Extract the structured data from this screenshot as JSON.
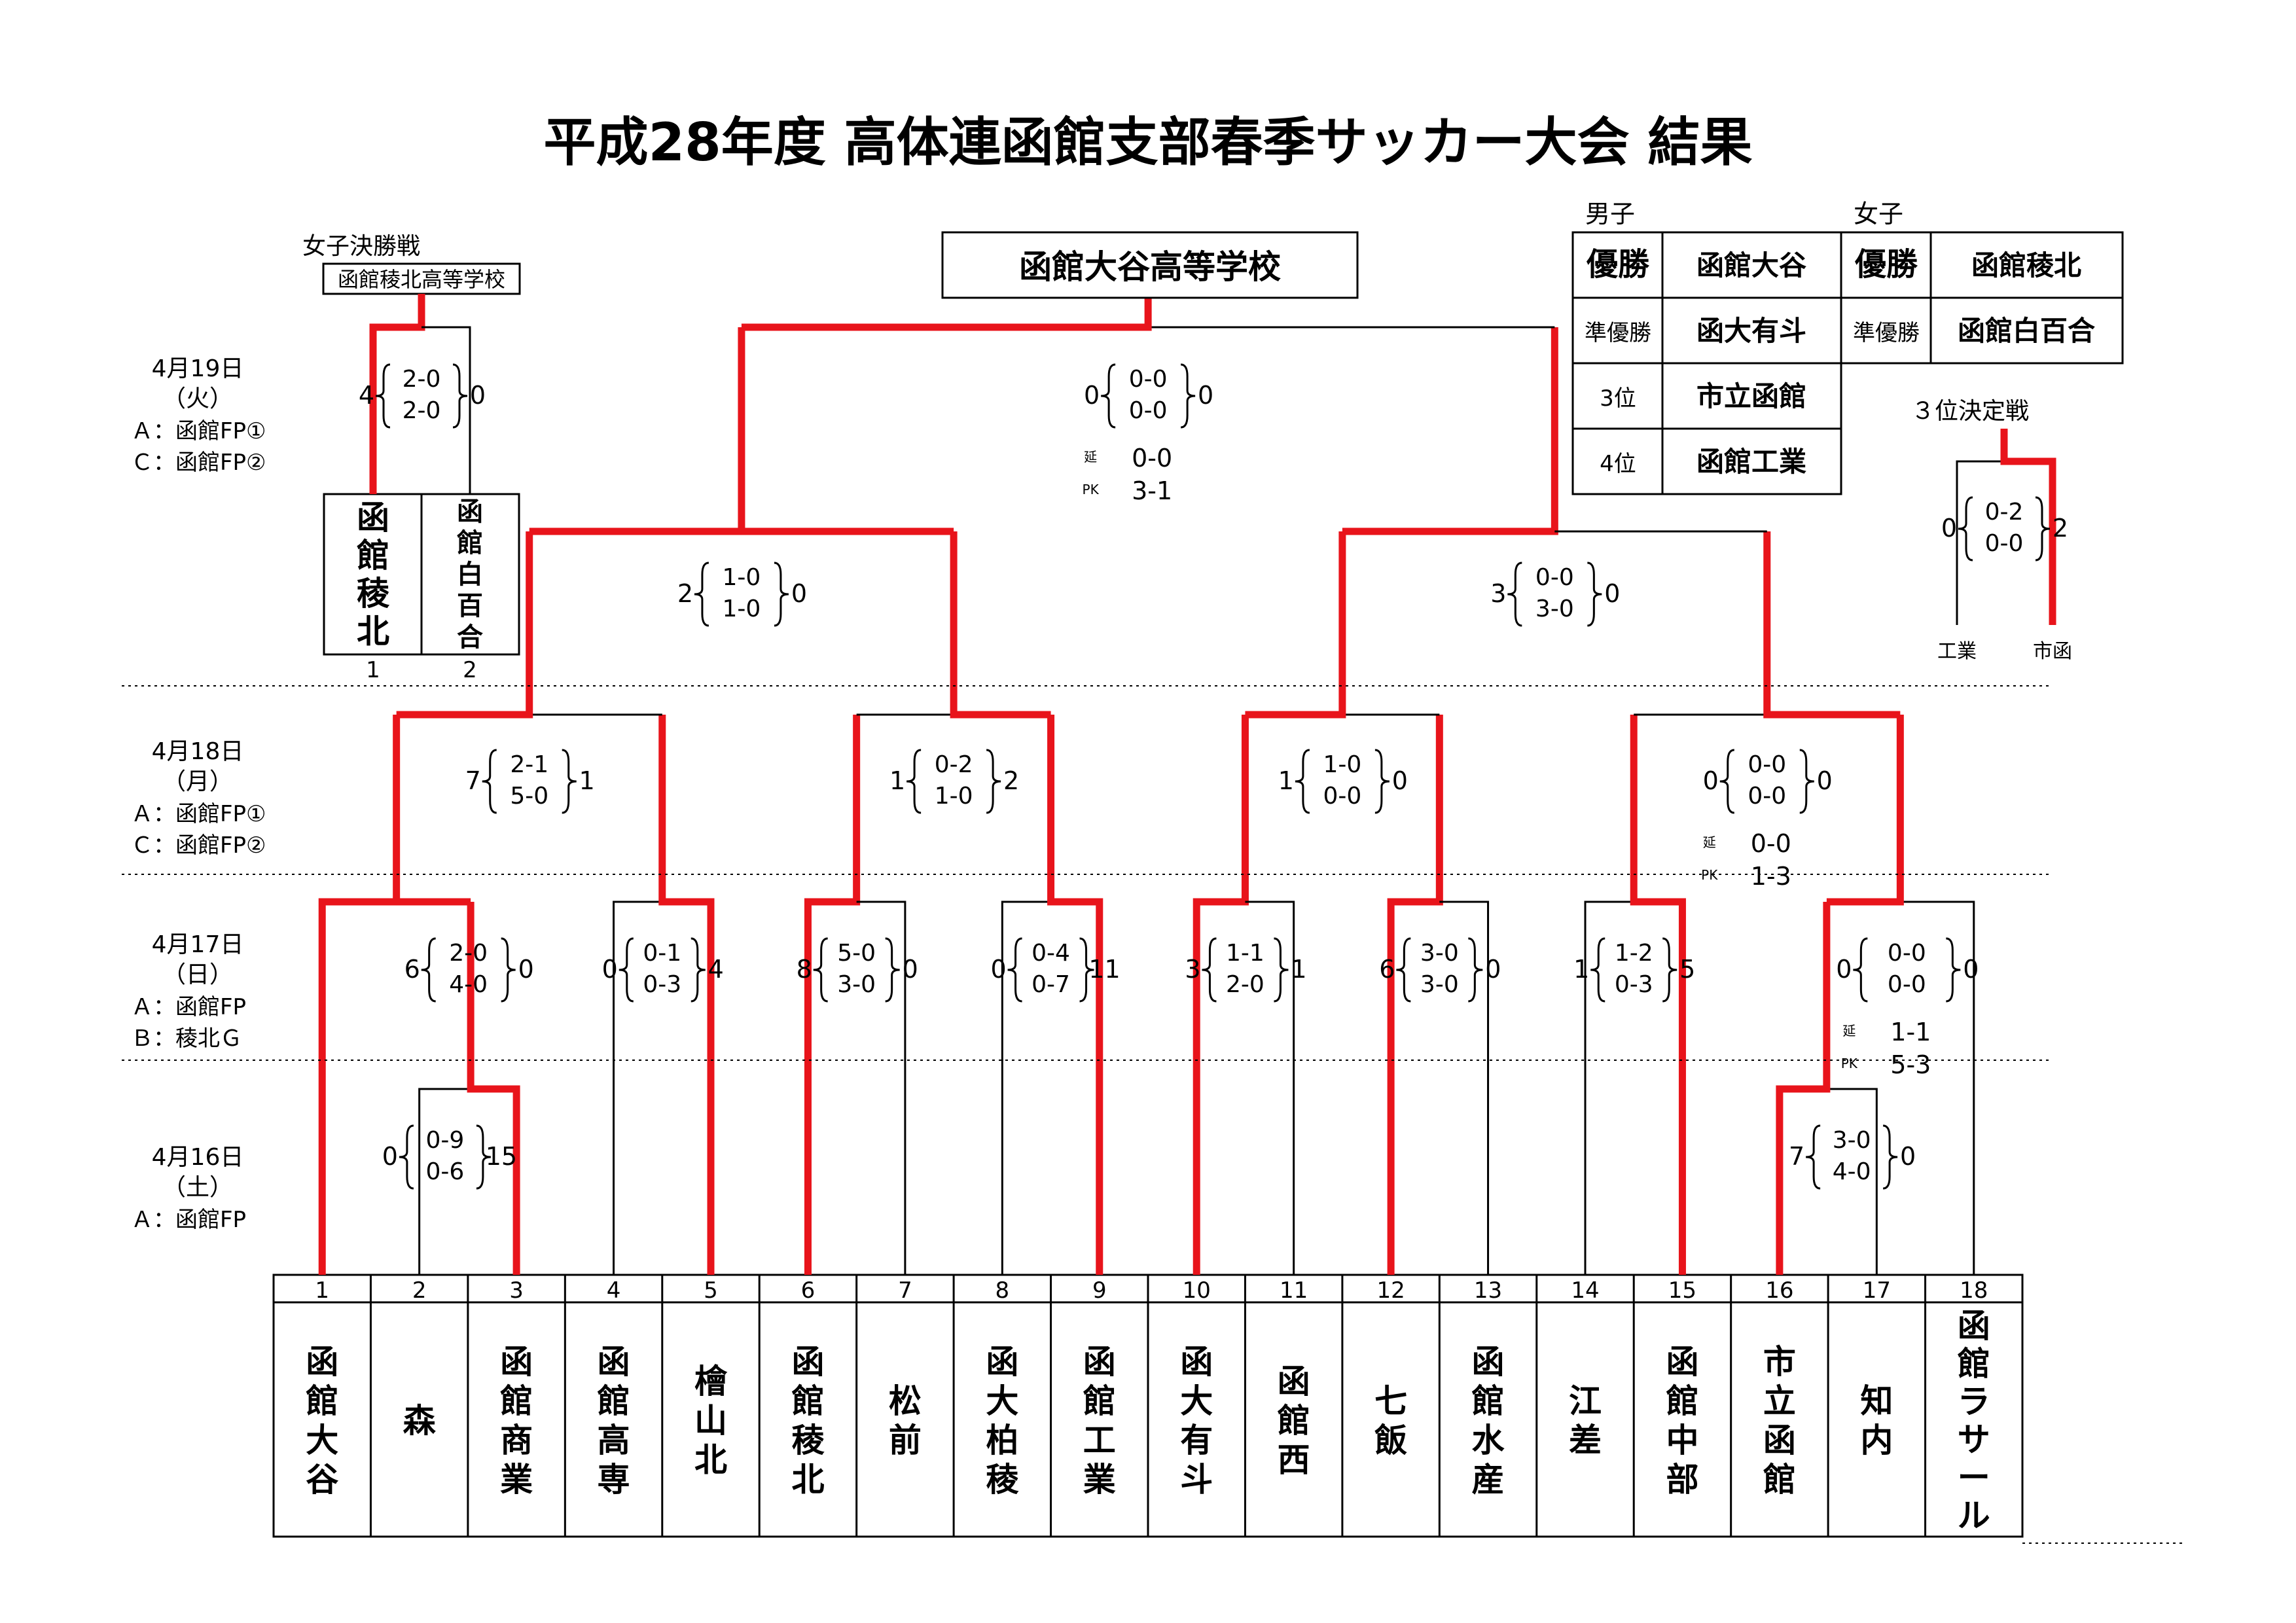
{
  "title": "平成28年度 高体連函館支部春季サッカー大会 結果",
  "dates": [
    {
      "date": "4月19日",
      "dow": "（火）",
      "venues": [
        "Ａ：函館FP①",
        "Ｃ：函館FP②"
      ]
    },
    {
      "date": "4月18日",
      "dow": "（月）",
      "venues": [
        "Ａ：函館FP①",
        "Ｃ：函館FP②"
      ]
    },
    {
      "date": "4月17日",
      "dow": "（日）",
      "venues": [
        "Ａ：函館FP",
        "Ｂ：稜北Ｇ"
      ]
    },
    {
      "date": "4月16日",
      "dow": "（土）",
      "venues": [
        "Ａ：函館FP"
      ]
    }
  ],
  "teams": [
    {
      "num": "1",
      "name": "函館大谷"
    },
    {
      "num": "2",
      "name": "森"
    },
    {
      "num": "3",
      "name": "函館商業"
    },
    {
      "num": "4",
      "name": "函館高専"
    },
    {
      "num": "5",
      "name": "檜山北"
    },
    {
      "num": "6",
      "name": "函館稜北"
    },
    {
      "num": "7",
      "name": "松前"
    },
    {
      "num": "8",
      "name": "函大柏稜"
    },
    {
      "num": "9",
      "name": "函館工業"
    },
    {
      "num": "10",
      "name": "函大有斗"
    },
    {
      "num": "11",
      "name": "函館西"
    },
    {
      "num": "12",
      "name": "七飯"
    },
    {
      "num": "13",
      "name": "函館水産"
    },
    {
      "num": "14",
      "name": "江差"
    },
    {
      "num": "15",
      "name": "函館中部"
    },
    {
      "num": "16",
      "name": "市立函館"
    },
    {
      "num": "17",
      "name": "知内"
    },
    {
      "num": "18",
      "name": "函館ラサール"
    }
  ],
  "champion": "函館大谷高等学校",
  "results": {
    "boys_label": "男子",
    "girls_label": "女子",
    "boys": [
      {
        "rank": "優勝",
        "team": "函館大谷"
      },
      {
        "rank": "準優勝",
        "team": "函大有斗"
      },
      {
        "rank": "3位",
        "team": "市立函館"
      },
      {
        "rank": "4位",
        "team": "函館工業"
      }
    ],
    "girls": [
      {
        "rank": "優勝",
        "team": "函館稜北"
      },
      {
        "rank": "準優勝",
        "team": "函館白百合"
      }
    ]
  },
  "girls_final": {
    "label": "女子決勝戦",
    "winner": "函館稜北高等学校",
    "left_total": "4",
    "right_total": "0",
    "halves": [
      "2-0",
      "2-0"
    ],
    "teams": [
      {
        "num": "1",
        "name": "函館稜北"
      },
      {
        "num": "2",
        "name": "函館白百合"
      }
    ]
  },
  "third_place": {
    "label": "３位決定戦",
    "left_total": "0",
    "right_total": "2",
    "halves": [
      "0-2",
      "0-0"
    ],
    "left_team": "工業",
    "right_team": "市函"
  },
  "matches": [
    {
      "id": "r16_2v3",
      "left": "0",
      "right": "15",
      "halves": [
        "0-9",
        "0-6"
      ]
    },
    {
      "id": "r16_16v17",
      "left": "7",
      "right": "0",
      "halves": [
        "3-0",
        "4-0"
      ]
    },
    {
      "id": "r17_a",
      "left": "6",
      "right": "0",
      "halves": [
        "2-0",
        "4-0"
      ]
    },
    {
      "id": "r17_b",
      "left": "0",
      "right": "4",
      "halves": [
        "0-1",
        "0-3"
      ]
    },
    {
      "id": "r17_c",
      "left": "8",
      "right": "0",
      "halves": [
        "5-0",
        "3-0"
      ]
    },
    {
      "id": "r17_d",
      "left": "0",
      "right": "11",
      "halves": [
        "0-4",
        "0-7"
      ]
    },
    {
      "id": "r17_e",
      "left": "3",
      "right": "1",
      "halves": [
        "1-1",
        "2-0"
      ]
    },
    {
      "id": "r17_f",
      "left": "6",
      "right": "0",
      "halves": [
        "3-0",
        "3-0"
      ]
    },
    {
      "id": "r17_g",
      "left": "1",
      "right": "5",
      "halves": [
        "1-2",
        "0-3"
      ]
    },
    {
      "id": "r17_h",
      "left": "0",
      "right": "0",
      "halves": [
        "0-0",
        "0-0"
      ],
      "et_label": "延",
      "et": "1-1",
      "pk_label": "PK",
      "pk": "5-3"
    },
    {
      "id": "qf_1",
      "left": "7",
      "right": "1",
      "halves": [
        "2-1",
        "5-0"
      ]
    },
    {
      "id": "qf_2",
      "left": "1",
      "right": "2",
      "halves": [
        "0-2",
        "1-0"
      ]
    },
    {
      "id": "qf_3",
      "left": "1",
      "right": "0",
      "halves": [
        "1-0",
        "0-0"
      ]
    },
    {
      "id": "qf_4",
      "left": "0",
      "right": "0",
      "halves": [
        "0-0",
        "0-0"
      ],
      "et_label": "延",
      "et": "0-0",
      "pk_label": "PK",
      "pk": "1-3"
    },
    {
      "id": "sf_1",
      "left": "2",
      "right": "0",
      "halves": [
        "1-0",
        "1-0"
      ]
    },
    {
      "id": "sf_2",
      "left": "3",
      "right": "0",
      "halves": [
        "0-0",
        "3-0"
      ]
    },
    {
      "id": "final",
      "left": "0",
      "right": "0",
      "halves": [
        "0-0",
        "0-0"
      ],
      "et_label": "延",
      "et": "0-0",
      "pk_label": "PK",
      "pk": "3-1"
    }
  ],
  "colors": {
    "winner_line": "#e8141b",
    "line": "#000000"
  }
}
